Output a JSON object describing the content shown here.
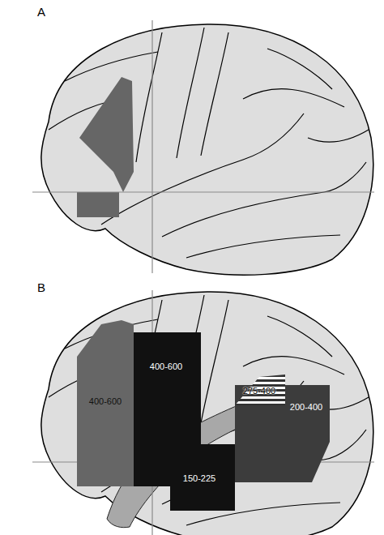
{
  "diagram": {
    "nodes": [
      {
        "text": [
          "400-600"
        ]
      },
      {
        "text": [
          "400-600"
        ]
      },
      {
        "text": [
          "275-400"
        ]
      },
      {
        "text": [
          "200-400"
        ]
      },
      {
        "text": [
          "150-225"
        ]
      }
    ],
    "labels": [
      "A",
      "B"
    ]
  }
}
